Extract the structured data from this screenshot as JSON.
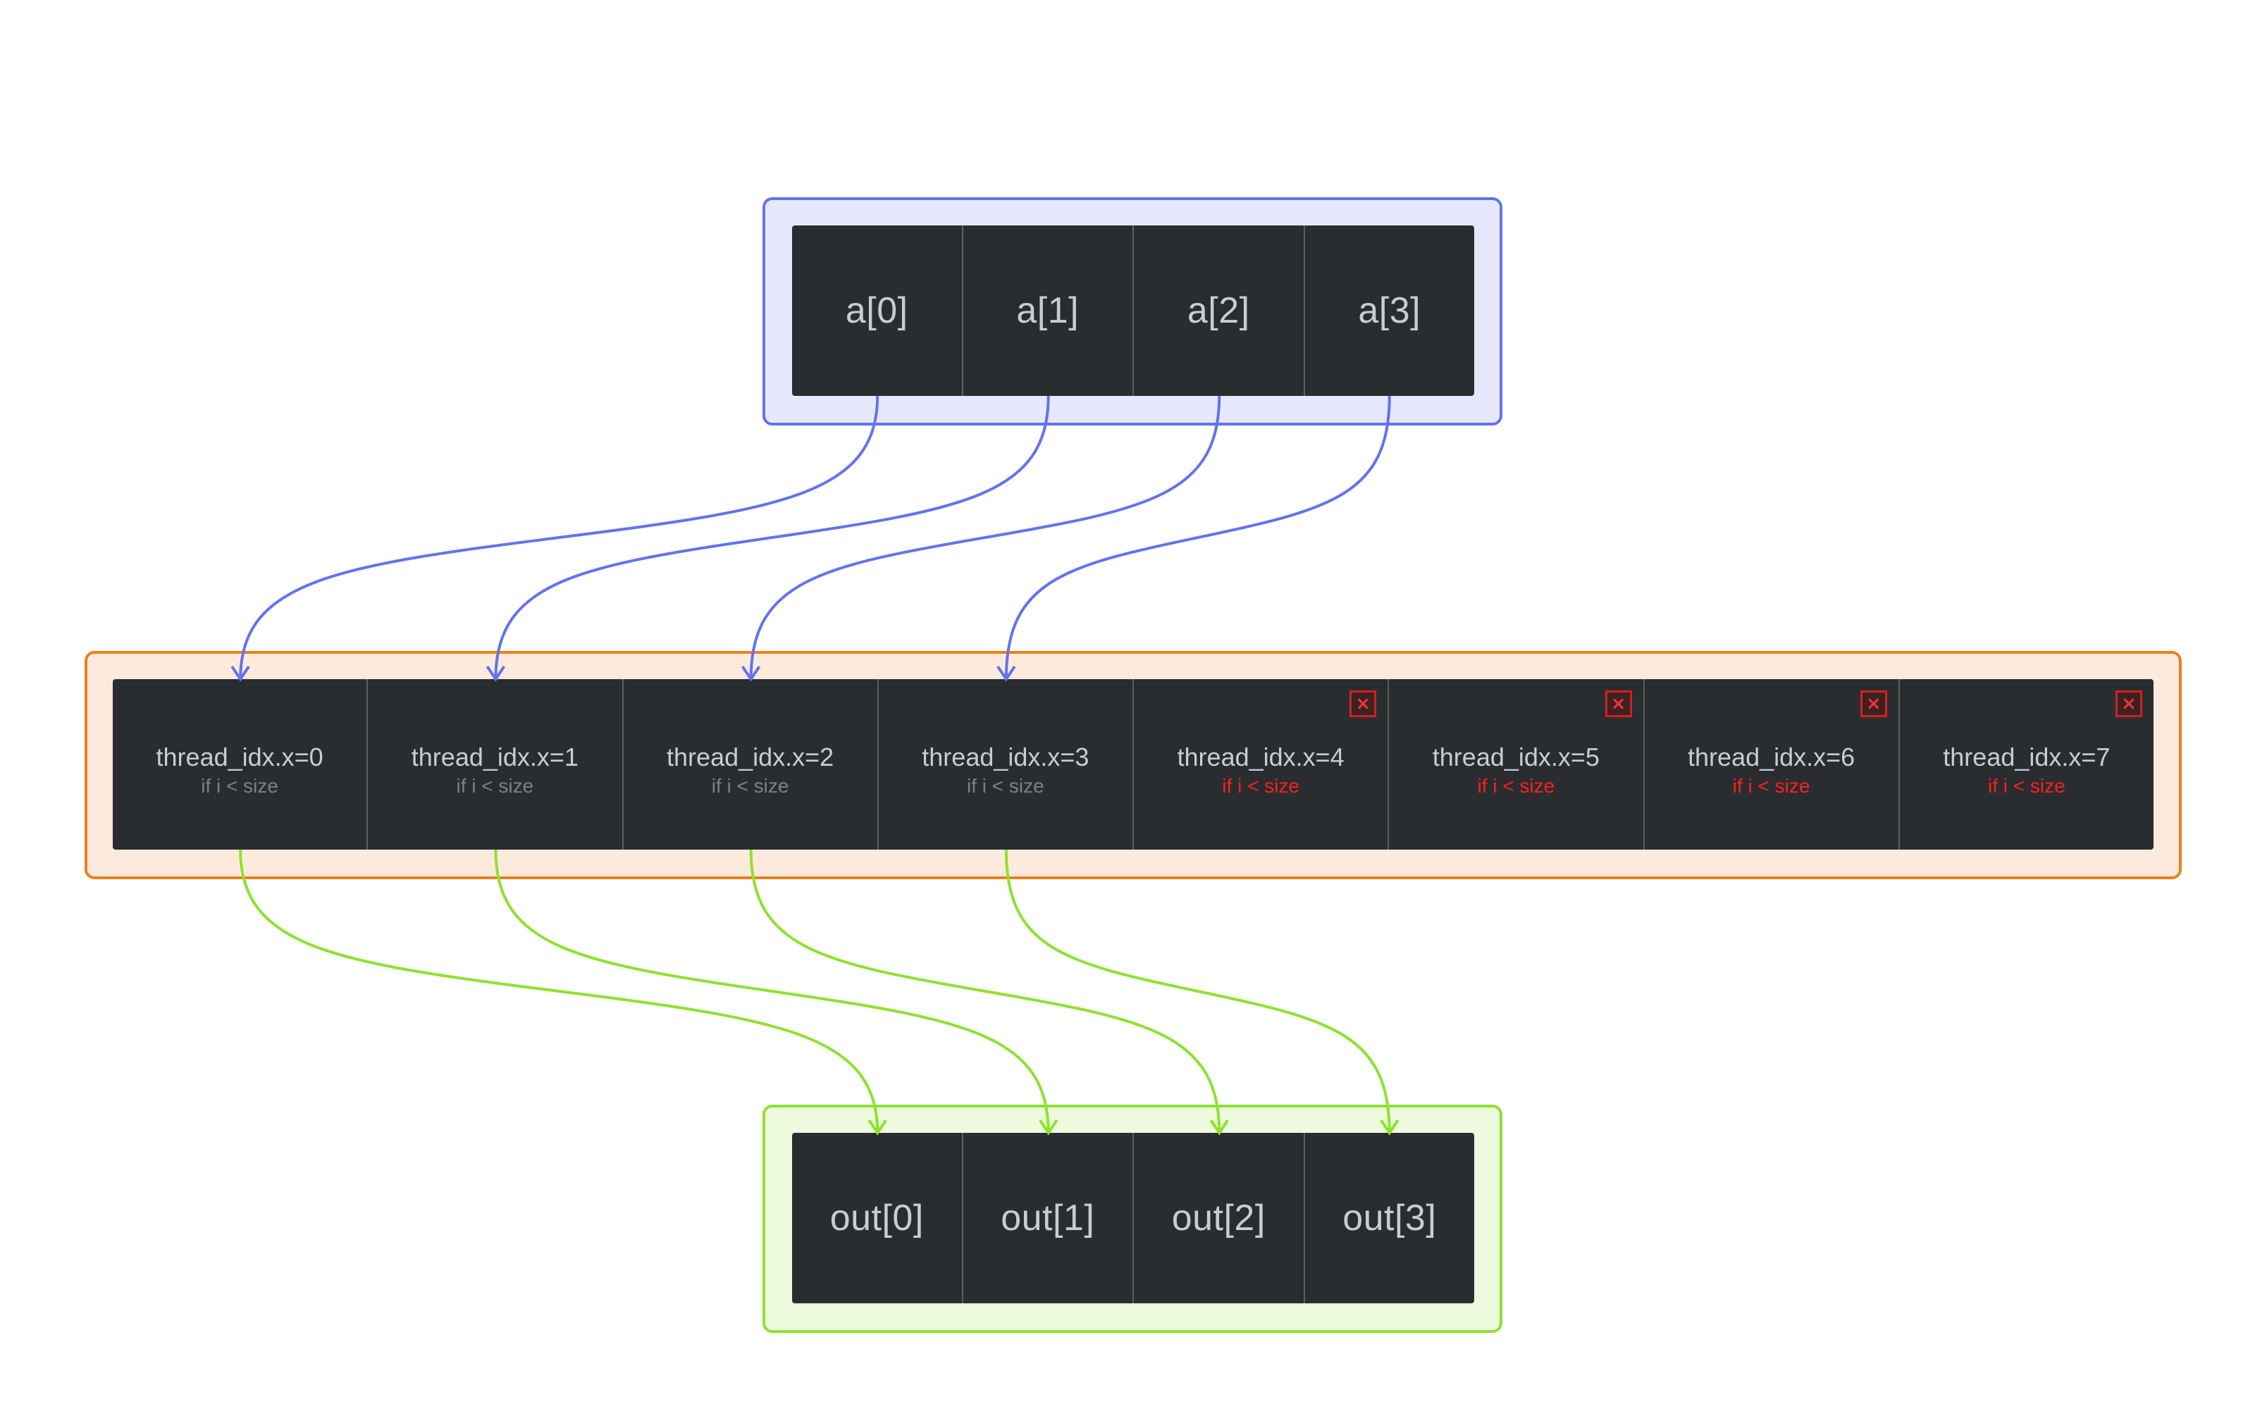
{
  "colors": {
    "input_border": "#6273f0",
    "input_fill": "#e6e9fd",
    "thread_border": "#ee7f1a",
    "thread_fill": "#fcebdc",
    "output_border": "#8fe12f",
    "output_fill": "#edfade",
    "arrow_in": "#6273f0",
    "arrow_out": "#8fe12f",
    "cell_bg": "#2a2d30",
    "guard_ok": "#7d8186",
    "guard_bad": "#ff1f1f"
  },
  "input": {
    "cells": [
      "a[0]",
      "a[1]",
      "a[2]",
      "a[3]"
    ]
  },
  "threads": {
    "cells": [
      {
        "label": "thread_idx.x=0",
        "guard": "if i < size",
        "blocked": false
      },
      {
        "label": "thread_idx.x=1",
        "guard": "if i < size",
        "blocked": false
      },
      {
        "label": "thread_idx.x=2",
        "guard": "if i < size",
        "blocked": false
      },
      {
        "label": "thread_idx.x=3",
        "guard": "if i < size",
        "blocked": false
      },
      {
        "label": "thread_idx.x=4",
        "guard": "if i < size",
        "blocked": true
      },
      {
        "label": "thread_idx.x=5",
        "guard": "if i < size",
        "blocked": true
      },
      {
        "label": "thread_idx.x=6",
        "guard": "if i < size",
        "blocked": true
      },
      {
        "label": "thread_idx.x=7",
        "guard": "if i < size",
        "blocked": true
      }
    ],
    "blocked_icon": "close-icon",
    "blocked_glyph": "×"
  },
  "output": {
    "cells": [
      "out[0]",
      "out[1]",
      "out[2]",
      "out[3]"
    ]
  },
  "mappings": {
    "input_to_thread": [
      0,
      1,
      2,
      3
    ],
    "thread_to_output": [
      0,
      1,
      2,
      3
    ]
  }
}
